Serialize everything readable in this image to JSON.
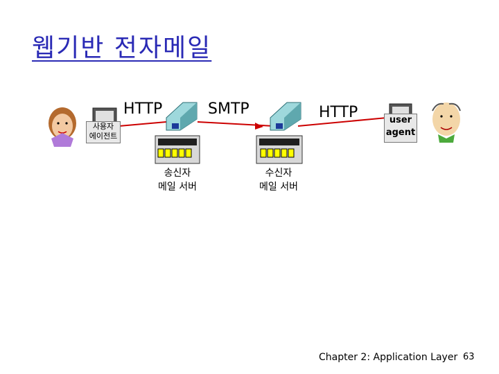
{
  "title": "웹기반 전자메일",
  "protocols": {
    "left": "HTTP",
    "middle": "SMTP",
    "right": "HTTP"
  },
  "user_agent_left": {
    "line1": "사용자",
    "line2": "에이전트"
  },
  "user_agent_right": {
    "line1": "user",
    "line2": "agent"
  },
  "sender_server": {
    "line1": "송신자",
    "line2": "메일 서버"
  },
  "receiver_server": {
    "line1": "수신자",
    "line2": "메일 서버"
  },
  "footer": "Chapter 2: Application Layer",
  "page_number": "63",
  "colors": {
    "title": "#2a2ab5",
    "arrow": "#cc0000",
    "server_teal": "#9ed8dc",
    "mailbox_yellow": "#ffff00"
  }
}
